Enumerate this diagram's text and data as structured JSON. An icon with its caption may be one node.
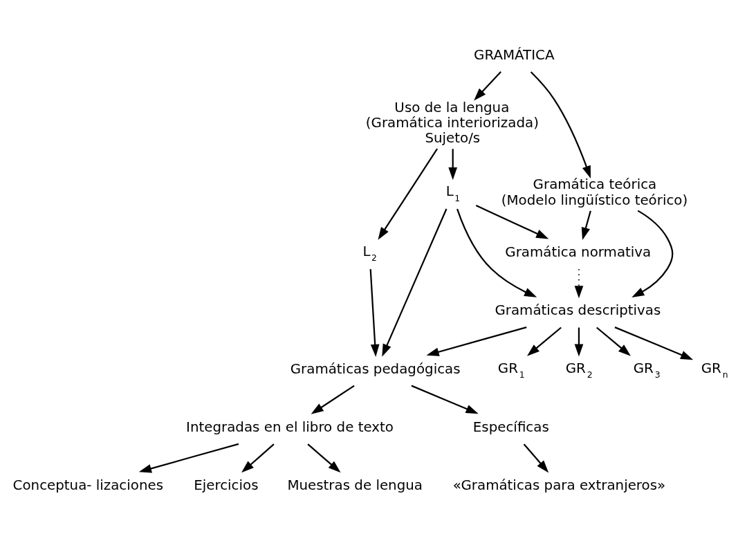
{
  "diagram": {
    "nodes": [
      {
        "text": [
          "GRAMÁTICA"
        ]
      },
      {
        "text": [
          "Gramática teórica",
          "(Modelo lingüístico teórico)"
        ]
      },
      {
        "text": [
          "Uso de la lengua",
          "(Gramática interiorizada)",
          "Sujeto/s"
        ]
      },
      {
        "text": [
          "L$_{1}$"
        ]
      },
      {
        "text": [
          "L$_{2}$"
        ]
      },
      {
        "text": [
          "Gramática normativa"
        ]
      },
      {
        "text": [
          "Gramáticas descriptivas"
        ]
      },
      {
        "text": [
          "Gramáticas pedagógicas"
        ]
      },
      {
        "text": [
          "GR$_{1}$"
        ]
      },
      {
        "text": [
          "GR$_{2}$"
        ]
      },
      {
        "text": [
          "GR$_{3}$"
        ]
      },
      {
        "text": [
          "GR$_{n}$"
        ]
      },
      {
        "text": [
          "Integradas en el libro de texto"
        ]
      },
      {
        "text": [
          "Específicas"
        ]
      },
      {
        "text": [
          "Muestras de lengua"
        ]
      },
      {
        "text": [
          "Conceptua- lizaciones"
        ]
      },
      {
        "text": [
          "Ejercicios"
        ]
      },
      {
        "text": [
          "«Gramáticas para extranjeros»"
        ]
      }
    ],
    "edges": [
      {
        "from": 0,
        "to": 1,
        "arrow": "to"
      },
      {
        "from": 0,
        "to": 2,
        "arrow": "to"
      },
      {
        "from": 2,
        "to": 3,
        "arrow": "to"
      },
      {
        "from": 2,
        "to": 4,
        "arrow": "to"
      },
      {
        "from": 1,
        "to": 5,
        "arrow": "to"
      },
      {
        "from": 1,
        "to": 6,
        "arrow": "to"
      },
      {
        "from": 3,
        "to": 5,
        "arrow": "to"
      },
      {
        "from": 3,
        "to": 6,
        "arrow": "to"
      },
      {
        "from": 3,
        "to": 7,
        "arrow": "to"
      },
      {
        "from": 4,
        "to": 7,
        "arrow": "to"
      },
      {
        "from": 5,
        "to": 6,
        "arrow": "to",
        "style": "dashed"
      },
      {
        "from": 6,
        "to": 7,
        "arrow": "to"
      },
      {
        "from": 6,
        "to": 8,
        "arrow": "to"
      },
      {
        "from": 6,
        "to": 9,
        "arrow": "to"
      },
      {
        "from": 6,
        "to": 10,
        "arrow": "to"
      },
      {
        "from": 6,
        "to": 11,
        "arrow": "to"
      },
      {
        "from": 7,
        "to": 12,
        "arrow": "to"
      },
      {
        "from": 7,
        "to": 13,
        "arrow": "to"
      },
      {
        "from": 12,
        "to": 14,
        "arrow": "to"
      },
      {
        "from": 12,
        "to": 15,
        "arrow": "to"
      },
      {
        "from": 12,
        "to": 16,
        "arrow": "to"
      },
      {
        "from": 13,
        "to": 17,
        "arrow": "to"
      }
    ]
  }
}
